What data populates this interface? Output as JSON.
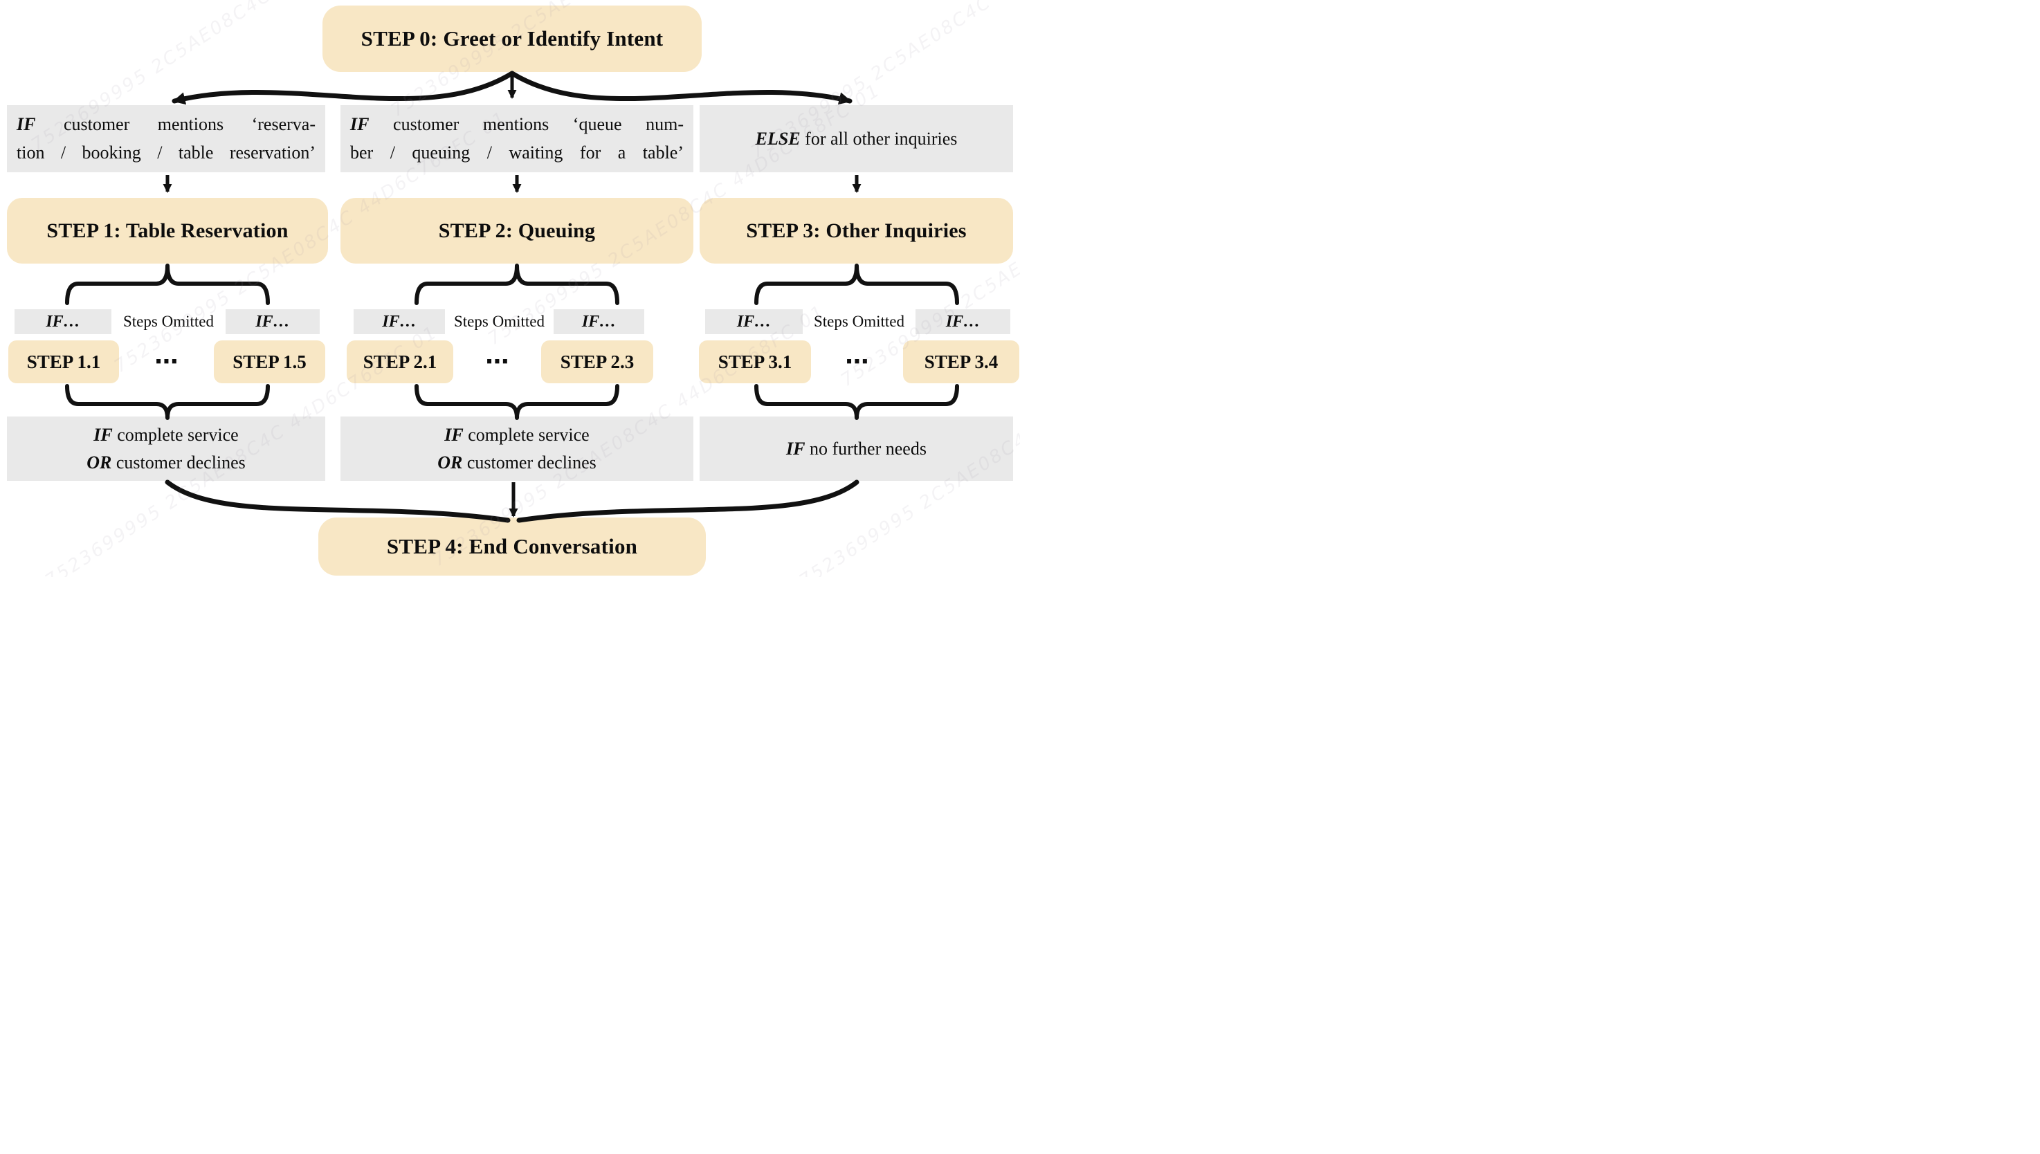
{
  "root": {
    "label": "STEP 0: Greet or Identify Intent"
  },
  "end": {
    "label": "STEP 4: End Conversation"
  },
  "watermark": {
    "text": "7523699995 2C5AE08C4C 44D6C768FC 01"
  },
  "colors": {
    "step_fill": "#F8E7C5",
    "condition_fill": "#E9E9E9",
    "line": "#111111",
    "background": "#FFFFFF"
  },
  "columns": [
    {
      "condition": {
        "keyword": "IF",
        "line1_rest": " customer mentions ‘reserva-",
        "line2": "tion / booking / table reservation’"
      },
      "step": {
        "label": "STEP 1: Table Reservation"
      },
      "sub": {
        "if_first": "IF…",
        "steps_omitted": "Steps Omitted",
        "if_last": "IF…",
        "first": "STEP 1.1",
        "dots": "⋯",
        "last": "STEP 1.5"
      },
      "exit": {
        "line1_keyword": "IF",
        "line1_rest": " complete service",
        "line2_keyword": "OR",
        "line2_rest": " customer declines"
      }
    },
    {
      "condition": {
        "keyword": "IF",
        "line1_rest": " customer mentions ‘queue num-",
        "line2": "ber / queuing / waiting for a table’"
      },
      "step": {
        "label": "STEP 2: Queuing"
      },
      "sub": {
        "if_first": "IF…",
        "steps_omitted": "Steps Omitted",
        "if_last": "IF…",
        "first": "STEP 2.1",
        "dots": "⋯",
        "last": "STEP 2.3"
      },
      "exit": {
        "line1_keyword": "IF",
        "line1_rest": " complete service",
        "line2_keyword": "OR",
        "line2_rest": " customer declines"
      }
    },
    {
      "condition": {
        "keyword": "ELSE",
        "line1_rest": " for all other inquiries"
      },
      "step": {
        "label": "STEP 3: Other Inquiries"
      },
      "sub": {
        "if_first": "IF…",
        "steps_omitted": "Steps Omitted",
        "if_last": "IF…",
        "first": "STEP 3.1",
        "dots": "⋯",
        "last": "STEP 3.4"
      },
      "exit": {
        "line1_keyword": "IF",
        "line1_rest": " no further needs"
      }
    }
  ]
}
